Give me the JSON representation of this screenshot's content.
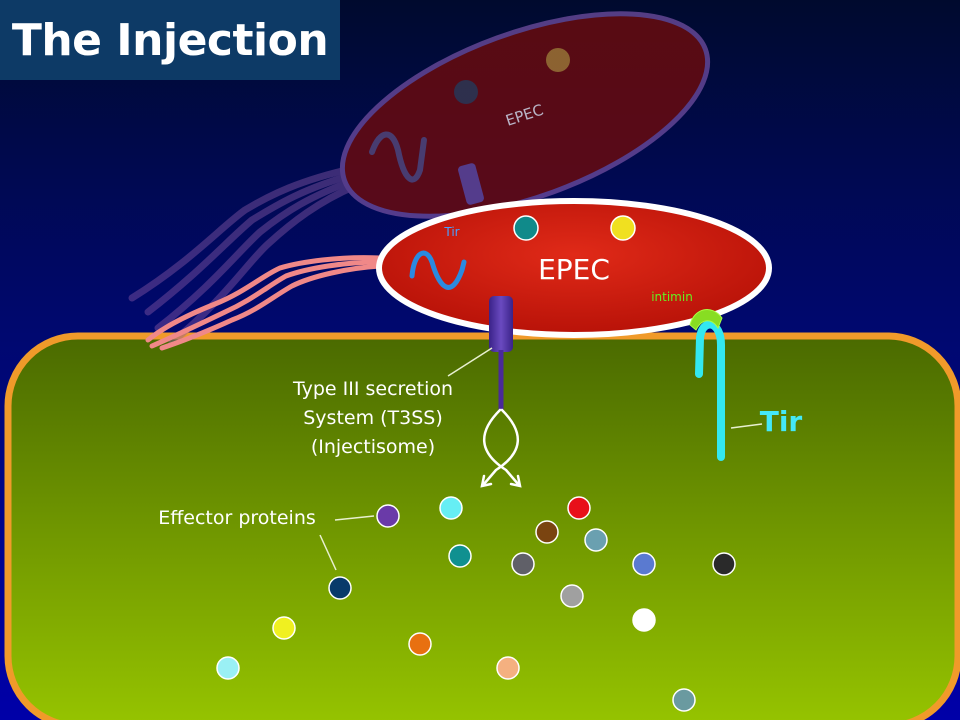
{
  "title": "The Injection",
  "labels": {
    "epec_top": "EPEC",
    "epec_main": "EPEC",
    "tir_small": "Tir",
    "intimin": "intimin",
    "t3ss_line1": "Type III secretion",
    "t3ss_line2": "System (T3SS)",
    "t3ss_line3": "(Injectisome)",
    "effector": "Effector proteins",
    "tir_large": "Tir"
  },
  "colors": {
    "host_cell_fill_top": "#4a6a00",
    "host_cell_fill_bottom": "#96c400",
    "host_cell_border": "#f09a2a",
    "epec_main_fill": "#d01c10",
    "epec_main_border": "#ffffff",
    "epec_top_fill": "#6a0a0a",
    "flagella": "#f08888",
    "tir_receptor": "#33e8f0",
    "intimin": "#88dd22",
    "t3ss": "#5a3aaa"
  }
}
